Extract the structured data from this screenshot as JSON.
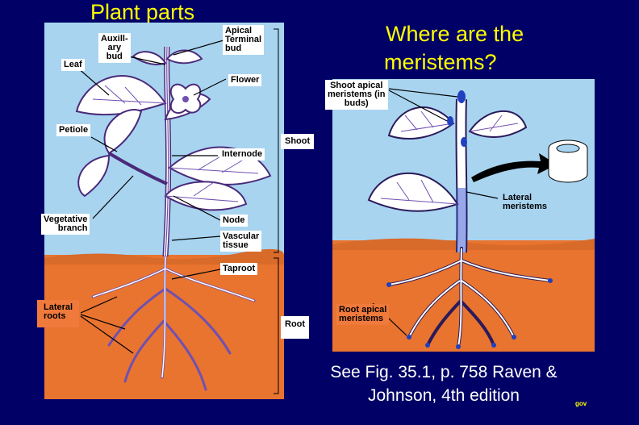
{
  "titles": {
    "left": "Plant parts",
    "right_line1": "Where are the",
    "right_line2": "meristems?"
  },
  "left_labels": {
    "auxillary_bud": "Auxill-\nary\nbud",
    "apical_bud": "Apical\nTerminal\nbud",
    "leaf": "Leaf",
    "flower": "Flower",
    "petiole": "Petiole",
    "shoot": "Shoot",
    "internode": "Internode",
    "vegetative_branch": "Vegetative\nbranch",
    "node": "Node",
    "vascular_tissue": "Vascular\ntissue",
    "taproot": "Taproot",
    "lateral_roots": "Lateral\nroots",
    "root": "Root"
  },
  "right_labels": {
    "shoot_apical": "Shoot apical\nmeristems (in\nbuds)",
    "lateral_meristems": "Lateral\nmeristems",
    "root_apical": "Root apical\nmeristems"
  },
  "caption": {
    "line1": "See  Fig. 35.1, p. 758 Raven &",
    "line2": "Johnson, 4th edition"
  },
  "footnote": "gov",
  "colors": {
    "background": "#000066",
    "title": "#ffff00",
    "sky": "#a8d4f0",
    "soil": "#e8742f",
    "plant_outline": "#4a2a7a",
    "vascular": "#7050b0"
  }
}
